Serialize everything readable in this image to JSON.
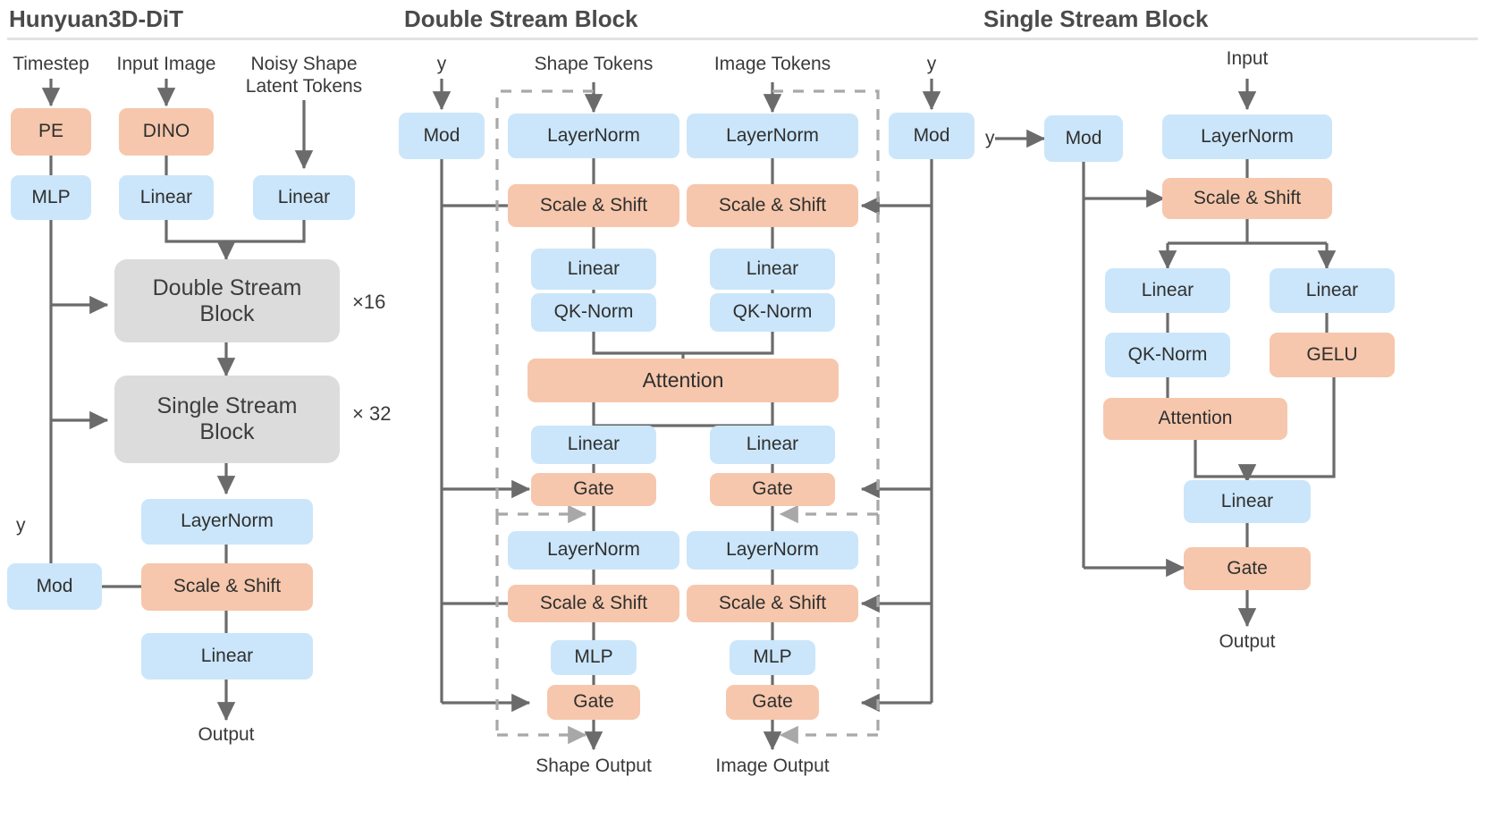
{
  "panels": [
    {
      "title": "Hunyuan3D-DiT"
    },
    {
      "title": "Double Stream Block"
    },
    {
      "title": "Single Stream Block"
    }
  ],
  "colors": {
    "blue": "#cbe6fa",
    "peach": "#f6c7ac",
    "gray": "#dcdcdc",
    "wire": "#6b6b6b",
    "dashed": "#a8a8a8",
    "rule": "#e2e2e2",
    "title_text": "#4a4a4a",
    "node_text": "#2f2f2f"
  },
  "overview": {
    "inputs": [
      {
        "label": "Timestep"
      },
      {
        "label": "Input Image"
      },
      {
        "label": "Noisy Shape\nLatent Tokens"
      }
    ],
    "nodes": [
      {
        "label": "PE",
        "kind": "peach"
      },
      {
        "label": "DINO",
        "kind": "peach"
      },
      {
        "label": "MLP",
        "kind": "blue"
      },
      {
        "label": "Linear",
        "kind": "blue"
      },
      {
        "label": "Linear",
        "kind": "blue"
      },
      {
        "label": "Double Stream\nBlock",
        "kind": "gray"
      },
      {
        "label": "Single Stream\nBlock",
        "kind": "gray"
      },
      {
        "label": "LayerNorm",
        "kind": "blue"
      },
      {
        "label": "Mod",
        "kind": "blue"
      },
      {
        "label": "Scale & Shift",
        "kind": "peach"
      },
      {
        "label": "Linear",
        "kind": "blue"
      }
    ],
    "repeat_double": "×16",
    "repeat_single": "× 32",
    "y_label": "y",
    "output_label": "Output"
  },
  "double_stream": {
    "inputs": [
      {
        "label": "y"
      },
      {
        "label": "Shape Tokens"
      },
      {
        "label": "Image Tokens"
      },
      {
        "label": "y"
      }
    ],
    "mod_left": "Mod",
    "mod_right": "Mod",
    "shape_column": [
      {
        "label": "LayerNorm",
        "kind": "blue"
      },
      {
        "label": "Scale & Shift",
        "kind": "peach"
      },
      {
        "label": "Linear",
        "kind": "blue"
      },
      {
        "label": "QK-Norm",
        "kind": "blue"
      },
      {
        "label": "Linear",
        "kind": "blue"
      },
      {
        "label": "Gate",
        "kind": "peach"
      },
      {
        "label": "LayerNorm",
        "kind": "blue"
      },
      {
        "label": "Scale & Shift",
        "kind": "peach"
      },
      {
        "label": "MLP",
        "kind": "blue"
      },
      {
        "label": "Gate",
        "kind": "peach"
      }
    ],
    "image_column": [
      {
        "label": "LayerNorm",
        "kind": "blue"
      },
      {
        "label": "Scale & Shift",
        "kind": "peach"
      },
      {
        "label": "Linear",
        "kind": "blue"
      },
      {
        "label": "QK-Norm",
        "kind": "blue"
      },
      {
        "label": "Linear",
        "kind": "blue"
      },
      {
        "label": "Gate",
        "kind": "peach"
      },
      {
        "label": "LayerNorm",
        "kind": "blue"
      },
      {
        "label": "Scale & Shift",
        "kind": "peach"
      },
      {
        "label": "MLP",
        "kind": "blue"
      },
      {
        "label": "Gate",
        "kind": "peach"
      }
    ],
    "attention": {
      "label": "Attention",
      "kind": "peach"
    },
    "outputs": [
      {
        "label": "Shape Output"
      },
      {
        "label": "Image Output"
      }
    ]
  },
  "single_stream": {
    "input_label": "Input",
    "y_label": "y",
    "mod": "Mod",
    "nodes": [
      {
        "label": "LayerNorm",
        "kind": "blue"
      },
      {
        "label": "Scale & Shift",
        "kind": "peach"
      },
      {
        "label": "Linear",
        "kind": "blue"
      },
      {
        "label": "Linear",
        "kind": "blue"
      },
      {
        "label": "QK-Norm",
        "kind": "blue"
      },
      {
        "label": "GELU",
        "kind": "peach"
      },
      {
        "label": "Attention",
        "kind": "peach"
      },
      {
        "label": "Linear",
        "kind": "blue"
      },
      {
        "label": "Gate",
        "kind": "peach"
      }
    ],
    "output_label": "Output"
  }
}
